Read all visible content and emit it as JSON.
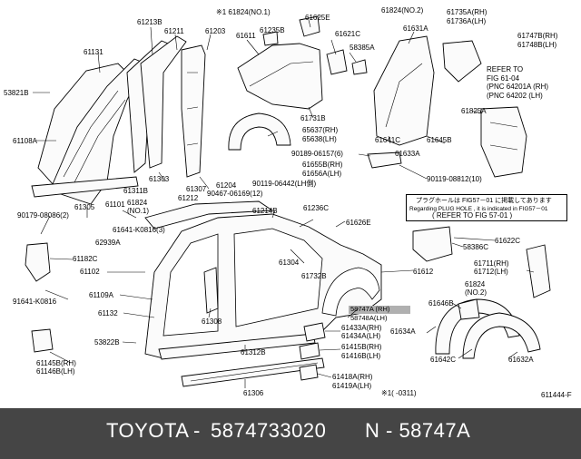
{
  "footer": {
    "brand": "TOYOTA",
    "sep1": "-",
    "part_number": "5874733020",
    "sep2": "N - 58747A"
  },
  "note_box": {
    "line1": "プラグホールは FIG57－01 に掲載してあります",
    "line2": "Regarding PLUG HOLE , it is indicated in FIG57－01",
    "line3": "( REFER TO FIG  57-01 )"
  },
  "refer": {
    "line1": "REFER TO",
    "line2": "FIG 61-04",
    "line3": "(PNC 64201A (RH)",
    "line4": "(PNC 64202  (LH)"
  },
  "highlight_label": "58747A (RH)",
  "figure_code": "611444-F",
  "footnote": "※1(     -0311)",
  "labels": [
    "※1 61824(NO.1)",
    "61625E",
    "61824(NO.2)",
    "61735A(RH)",
    "61736A(LH)",
    "61747B(RH)",
    "61748B(LH)",
    "61213B",
    "61211",
    "61203",
    "61611",
    "61235B",
    "61621C",
    "58385A",
    "61631A",
    "61131",
    "53821B",
    "61108A",
    "61731B",
    "61825A",
    "65637(RH)",
    "65638(LH)",
    "90189-06157(6)",
    "61655B(RH)",
    "61656A(LH)",
    "90119-08812(10)",
    "61641C",
    "61645B",
    "61633A",
    "61303",
    "61307",
    "61204",
    "90467-06169(12)",
    "90119-06442(LH側)",
    "61311B",
    "61305",
    "61101",
    "61824",
    "(NO.1)",
    "61212",
    "90179-08086(2)",
    "61641-K0816(3)",
    "61214B",
    "61236C",
    "61626E",
    "62939A",
    "58386C",
    "61622C",
    "61182C",
    "61304",
    "61102",
    "61732B",
    "61612",
    "61711(RH)",
    "61712(LH)",
    "61824",
    "(NO.2)",
    "91641-K0816",
    "61109A",
    "61646B",
    "61634A",
    "61132",
    "61308",
    "58748A(LH)",
    "61433A(RH)",
    "61434A(LH)",
    "53822B",
    "61312B",
    "61415B(RH)",
    "61416B(LH)",
    "61642C",
    "61632A",
    "61145B(RH)",
    "61146B(LH)",
    "61306",
    "61418A(RH)",
    "61419A(LH)"
  ]
}
